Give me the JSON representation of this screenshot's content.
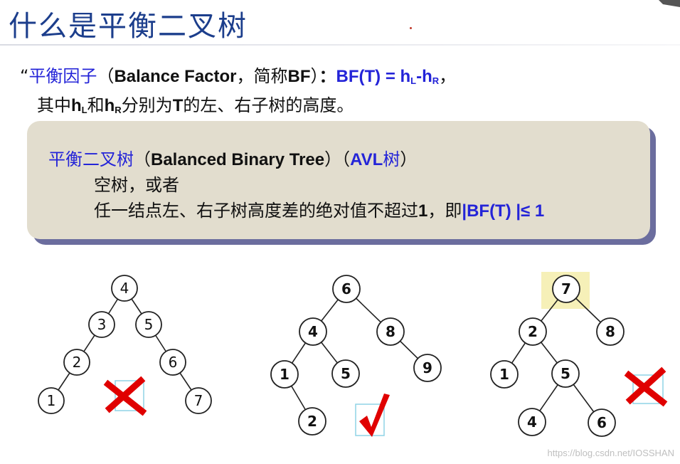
{
  "title": "什么是平衡二叉树",
  "definition": {
    "quote": "“",
    "term": "平衡因子",
    "paren_open": "（",
    "en_term": "Balance Factor",
    "comma": "，",
    "abbrev_label": "简称",
    "abbrev": "BF",
    "paren_close": "）",
    "colon": "：",
    "formula_main": "BF(T) = h",
    "formula_sub1": "L",
    "formula_minus": "-h",
    "formula_sub2": "R",
    "formula_end": "，",
    "line2_pre": "其中",
    "line2_hl": "h",
    "line2_hl_sub": "L",
    "line2_and": "和",
    "line2_hr": "h",
    "line2_hr_sub": "R",
    "line2_mid": "分别为",
    "line2_T": "T",
    "line2_post": "的左、右子树的高度。"
  },
  "box": {
    "name_cn": "平衡二叉树",
    "paren1_open": "（",
    "name_en": "Balanced Binary Tree",
    "paren1_close": "）",
    "paren2_open": "（",
    "name_avl": "AVL",
    "avl_suffix": "树",
    "paren2_close": "）",
    "line2": "空树，或者",
    "line3_text": "任一结点左、右子树高度差的绝对值不超过",
    "line3_num": "1",
    "line3_comma": "，即",
    "line3_formula": "|BF(T) |≤ 1"
  },
  "trees": [
    {
      "nodes": [
        "4",
        "3",
        "5",
        "2",
        "6",
        "1",
        "7"
      ],
      "verdict": "not-balanced"
    },
    {
      "nodes": [
        "6",
        "4",
        "8",
        "1",
        "5",
        "9",
        "2"
      ],
      "verdict": "balanced"
    },
    {
      "nodes": [
        "7",
        "2",
        "8",
        "1",
        "5",
        "4",
        "6"
      ],
      "verdict": "not-balanced"
    }
  ],
  "watermark": "https://blog.csdn.net/IOSSHAN",
  "colors": {
    "title": "#1c3e8c",
    "blue_text": "#2424d8",
    "box_bg": "#e2ddce",
    "box_shadow": "#6b6d9e",
    "cross": "#e00000",
    "check": "#e00000",
    "highlight": "#f6f0b8"
  }
}
